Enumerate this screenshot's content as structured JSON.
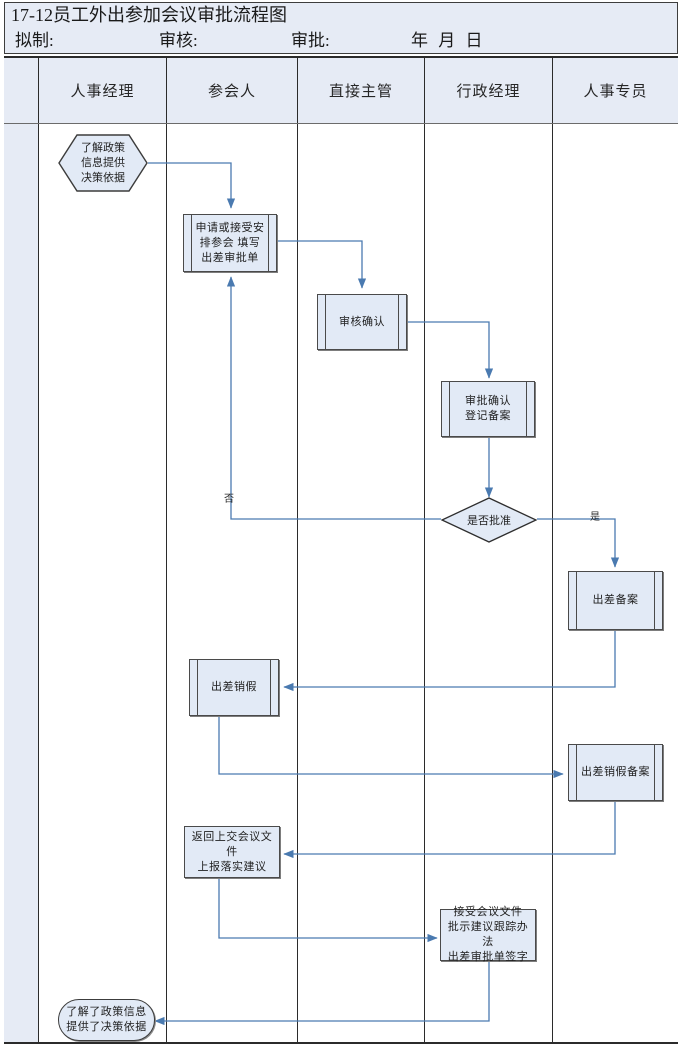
{
  "document": {
    "title": "17-12员工外出参加会议审批流程图",
    "signoff": {
      "prepared_by": "拟制:",
      "reviewed_by": "审核:",
      "approved_by": "审批:",
      "date": "年 月 日"
    }
  },
  "lanes": [
    {
      "id": "lane-spacer",
      "label": ""
    },
    {
      "id": "lane-hr-manager",
      "label": "人事经理"
    },
    {
      "id": "lane-attendee",
      "label": "参会人"
    },
    {
      "id": "lane-direct-supervisor",
      "label": "直接主管"
    },
    {
      "id": "lane-admin-manager",
      "label": "行政经理"
    },
    {
      "id": "lane-hr-specialist",
      "label": "人事专员"
    }
  ],
  "colors": {
    "shape_fill": "#e2eaf6",
    "header_fill": "#e6ebf5",
    "shape_border": "#4a4a4a",
    "lane_border": "#2b2b2b",
    "connector": "#4a7ab0"
  },
  "chart_data": {
    "type": "diagram",
    "title": "17-12员工外出参加会议审批流程图",
    "lanes": [
      "人事经理",
      "参会人",
      "直接主管",
      "行政经理",
      "人事专员"
    ],
    "nodes": [
      {
        "id": "n1",
        "shape": "hexagon",
        "lane": "人事经理",
        "label": "了解政策\n信息提供\n决策依据"
      },
      {
        "id": "n2",
        "shape": "process",
        "lane": "参会人",
        "label": "申请或接受安\n排参会 填写\n出差审批单"
      },
      {
        "id": "n3",
        "shape": "process",
        "lane": "直接主管",
        "label": "审核确认"
      },
      {
        "id": "n4",
        "shape": "process",
        "lane": "行政经理",
        "label": "审批确认\n登记备案"
      },
      {
        "id": "n5",
        "shape": "decision",
        "lane": "行政经理",
        "label": "是否批准"
      },
      {
        "id": "n6",
        "shape": "process",
        "lane": "人事专员",
        "label": "出差备案"
      },
      {
        "id": "n7",
        "shape": "process",
        "lane": "参会人",
        "label": "出差销假"
      },
      {
        "id": "n8",
        "shape": "process",
        "lane": "人事专员",
        "label": "出差销假备案"
      },
      {
        "id": "n9",
        "shape": "rectangle",
        "lane": "参会人",
        "label": "返回上交会议文件\n上报落实建议"
      },
      {
        "id": "n10",
        "shape": "rectangle",
        "lane": "行政经理",
        "label": "接受会议文件\n批示建议跟踪办法\n出差审批单签字"
      },
      {
        "id": "n11",
        "shape": "terminator",
        "lane": "人事经理",
        "label": "了解了政策信息\n提供了决策依据"
      }
    ],
    "edges": [
      {
        "from": "n1",
        "to": "n2",
        "label": ""
      },
      {
        "from": "n2",
        "to": "n3",
        "label": ""
      },
      {
        "from": "n3",
        "to": "n4",
        "label": ""
      },
      {
        "from": "n4",
        "to": "n5",
        "label": ""
      },
      {
        "from": "n5",
        "to": "n2",
        "label": "否"
      },
      {
        "from": "n5",
        "to": "n6",
        "label": "是"
      },
      {
        "from": "n6",
        "to": "n7",
        "label": ""
      },
      {
        "from": "n7",
        "to": "n8",
        "label": ""
      },
      {
        "from": "n8",
        "to": "n9",
        "label": ""
      },
      {
        "from": "n9",
        "to": "n10",
        "label": ""
      },
      {
        "from": "n10",
        "to": "n11",
        "label": ""
      }
    ],
    "edge_labels": {
      "no": "否",
      "yes": "是"
    }
  }
}
